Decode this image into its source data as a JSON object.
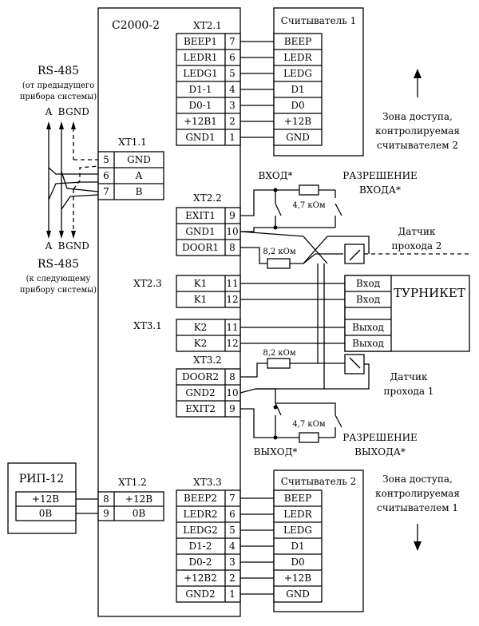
{
  "device": {
    "name": "С2000-2"
  },
  "xt21": {
    "label": "ХТ2.1",
    "rows": [
      {
        "signal": "BEEP1",
        "pin": "7"
      },
      {
        "signal": "LEDR1",
        "pin": "6"
      },
      {
        "signal": "LEDG1",
        "pin": "5"
      },
      {
        "signal": "D1-1",
        "pin": "4"
      },
      {
        "signal": "D0-1",
        "pin": "3"
      },
      {
        "signal": "+12B1",
        "pin": "2"
      },
      {
        "signal": "GND1",
        "pin": "1"
      }
    ]
  },
  "reader1": {
    "title": "Считыватель 1",
    "rows": [
      "BEEP",
      "LEDR",
      "LEDG",
      "D1",
      "D0",
      "+12B",
      "GND"
    ]
  },
  "xt33": {
    "label": "ХТ3.3",
    "rows": [
      {
        "signal": "BEEP2",
        "pin": "7"
      },
      {
        "signal": "LEDR2",
        "pin": "6"
      },
      {
        "signal": "LEDG2",
        "pin": "5"
      },
      {
        "signal": "D1-2",
        "pin": "4"
      },
      {
        "signal": "D0-2",
        "pin": "3"
      },
      {
        "signal": "+12B2",
        "pin": "2"
      },
      {
        "signal": "GND2",
        "pin": "1"
      }
    ]
  },
  "reader2": {
    "title": "Считыватель 2",
    "rows": [
      "BEEP",
      "LEDR",
      "LEDG",
      "D1",
      "D0",
      "+12B",
      "GND"
    ]
  },
  "xt11": {
    "label": "ХТ1.1",
    "rows": [
      {
        "pin": "5",
        "signal": "GND"
      },
      {
        "pin": "6",
        "signal": "A"
      },
      {
        "pin": "7",
        "signal": "B"
      }
    ]
  },
  "rs485_top": {
    "title": "RS-485",
    "note_line1": "(от предыдущего",
    "note_line2": "прибора системы)",
    "a": "A",
    "b": "B",
    "gnd": "GND"
  },
  "rs485_bottom": {
    "title": "RS-485",
    "note_line1": "(к следующему",
    "note_line2": "прибору системы)",
    "a": "A",
    "b": "B",
    "gnd": "GND"
  },
  "xt22": {
    "label": "ХТ2.2",
    "rows": [
      {
        "signal": "EXIT1",
        "pin": "9"
      },
      {
        "signal": "GND1",
        "pin": "10"
      },
      {
        "signal": "DOOR1",
        "pin": "8"
      }
    ]
  },
  "xt23": {
    "label": "ХТ2.3",
    "rows": [
      {
        "signal": "K1",
        "pin": "11"
      },
      {
        "signal": "K1",
        "pin": "12"
      }
    ]
  },
  "xt31": {
    "label": "ХТ3.1",
    "rows": [
      {
        "signal": "K2",
        "pin": "11"
      },
      {
        "signal": "K2",
        "pin": "12"
      }
    ]
  },
  "xt32": {
    "label": "ХТ3.2",
    "rows": [
      {
        "signal": "DOOR2",
        "pin": "8"
      },
      {
        "signal": "GND2",
        "pin": "10"
      },
      {
        "signal": "EXIT2",
        "pin": "9"
      }
    ]
  },
  "xt12": {
    "label": "ХТ1.2",
    "rows": [
      {
        "pin": "8",
        "signal": "+12В"
      },
      {
        "pin": "9",
        "signal": "0В"
      }
    ]
  },
  "rip": {
    "title": "РИП-12",
    "rows": [
      "+12В",
      "0В"
    ]
  },
  "turnstile": {
    "title": "ТУРНИКЕТ",
    "rows": [
      "Вход",
      "Вход",
      "Выход",
      "Выход"
    ]
  },
  "labels": {
    "entry": "ВХОД*",
    "entry_perm_1": "РАЗРЕШЕНИЕ",
    "entry_perm_2": "ВХОДА*",
    "exit": "ВЫХОД*",
    "exit_perm_1": "РАЗРЕШЕНИЕ",
    "exit_perm_2": "ВЫХОДА*",
    "r47_top": "4,7 кОм",
    "r82_top": "8,2 кОм",
    "r82_bottom": "8,2 кОм",
    "r47_bottom": "4,7 кОм",
    "sensor2_1": "Датчик",
    "sensor2_2": "прохода 2",
    "sensor1_1": "Датчик",
    "sensor1_2": "прохода 1",
    "zone2_1": "Зона доступа,",
    "zone2_2": "контролируемая",
    "zone2_3": "считывателем 2",
    "zone1_1": "Зона доступа,",
    "zone1_2": "контролируемая",
    "zone1_3": "считывателем 1"
  }
}
